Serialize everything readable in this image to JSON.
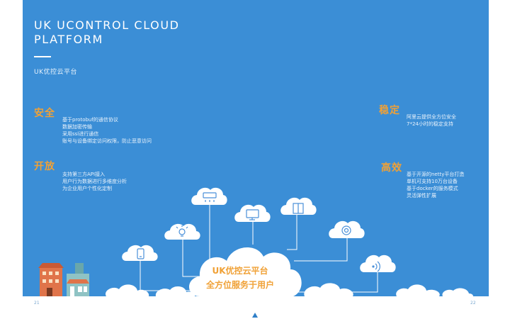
{
  "title": {
    "line1": "UK UCONTROL CLOUD",
    "line2": "PLATFORM"
  },
  "subtitle": "UK优控云平台",
  "features": {
    "security": {
      "title": "安全",
      "lines": [
        "基于protobuf的通信协议",
        "数据加密传输",
        "采用ssl进行通信",
        "账号与设备绑定访问权限，防止恶意访问"
      ]
    },
    "open": {
      "title": "开放",
      "lines": [
        "支持第三方API接入",
        "用户行为数据进行多维度分析",
        "为企业用户个性化定制"
      ]
    },
    "stable": {
      "title": "稳定",
      "lines": [
        "阿里云提供全方位安全",
        "7*24小时的稳定支持"
      ]
    },
    "efficient": {
      "title": "高效",
      "lines": [
        "基于开源的netty平台打造",
        "单机可支持10万台设备",
        "基于docker的服务模式",
        "灵活弹性扩展"
      ]
    }
  },
  "cloud_text": {
    "line1": "UK优控云平台",
    "line2": "全方位服务于用户"
  },
  "page_numbers": {
    "left": "21",
    "right": "22"
  },
  "colors": {
    "background": "#3b8ed6",
    "accent": "#f0a136",
    "cloud": "#ffffff",
    "icon": "#4a90d9"
  },
  "icons": [
    "phone-icon",
    "bulb-icon",
    "air-conditioner-icon",
    "monitor-icon",
    "door-icon",
    "camera-icon",
    "wifi-icon",
    "building-icon"
  ]
}
